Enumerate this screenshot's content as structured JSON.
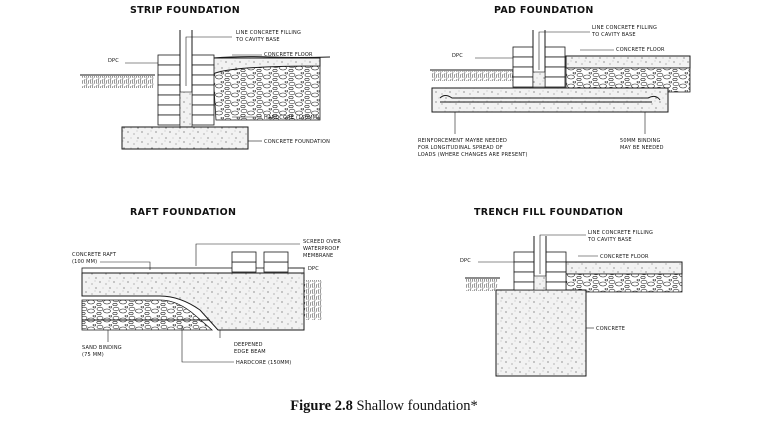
{
  "figure": {
    "caption_number": "Figure 2.8",
    "caption_text": "Shallow foundation*"
  },
  "panels": {
    "strip": {
      "title": "STRIP FOUNDATION",
      "labels": {
        "dpc": "DPC",
        "fill_1": "LINE CONCRETE FILLING",
        "fill_2": "TO CAVITY BASE",
        "floor": "CONCRETE FLOOR",
        "hardcore": "HARDCORE (150MM)",
        "foundation": "CONCRETE FOUNDATION"
      }
    },
    "pad": {
      "title": "PAD FOUNDATION",
      "labels": {
        "dpc": "DPC",
        "fill_1": "LINE CONCRETE FILLING",
        "fill_2": "TO CAVITY BASE",
        "floor": "CONCRETE FLOOR",
        "reinf_1": "REINFORCEMENT MAYBE NEEDED",
        "reinf_2": "FOR LONGITUDINAL SPREAD OF",
        "reinf_3": "LOADS (WHERE CHANGES ARE PRESENT)",
        "binding_1": "50MM BINDING",
        "binding_2": "MAY BE NEEDED"
      }
    },
    "raft": {
      "title": "RAFT FOUNDATION",
      "labels": {
        "raft_1": "CONCRETE RAFT",
        "raft_2": "(100 MM)",
        "screed_1": "SCREED OVER",
        "screed_2": "WATERPROOF",
        "screed_3": "MEMBRANE",
        "dpc": "DPC",
        "sand_1": "SAND BINDING",
        "sand_2": "(75 MM)",
        "beam_1": "DEEPENED",
        "beam_2": "EDGE BEAM",
        "hardcore": "HARDCORE (150MM)"
      }
    },
    "trench": {
      "title": "TRENCH FILL FOUNDATION",
      "labels": {
        "dpc": "DPC",
        "fill_1": "LINE CONCRETE FILLING",
        "fill_2": "TO CAVITY BASE",
        "floor": "CONCRETE FLOOR",
        "concrete": "CONCRETE"
      }
    }
  }
}
